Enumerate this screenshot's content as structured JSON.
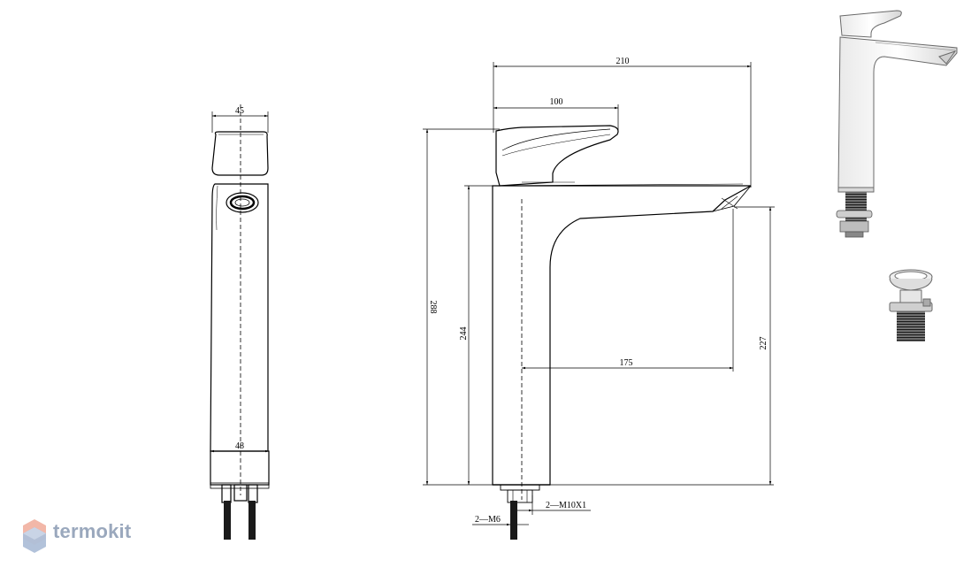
{
  "brand": {
    "name": "termokit",
    "color": "#9aa8bd"
  },
  "colors": {
    "line": "#000000",
    "background": "#ffffff"
  },
  "dimensions": {
    "front_width_top": "45",
    "front_width_base": "48",
    "overall_length": "210",
    "handle_length": "100",
    "total_height": "288",
    "body_height": "244",
    "spout_height": "227",
    "spout_reach": "175",
    "hose_thread": "2—M6",
    "stud_thread": "2—M10X1"
  }
}
